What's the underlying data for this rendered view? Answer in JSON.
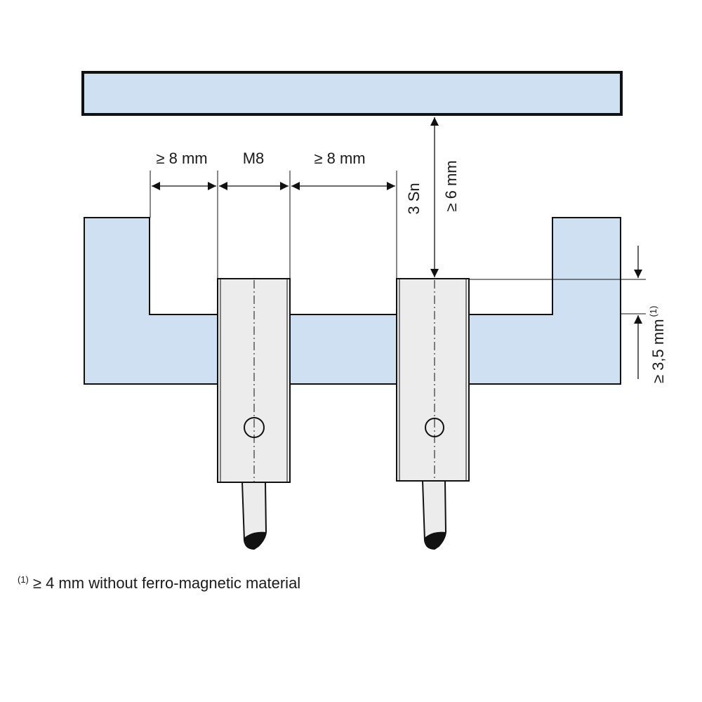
{
  "labels": {
    "gap_left": "≥ 8 mm",
    "thread": "M8",
    "gap_right": "≥ 8 mm",
    "sensing_3sn": "3 Sn",
    "distance_6mm": "≥ 6 mm",
    "recess": "≥ 3,5 mm",
    "recess_note_ref": "(1)"
  },
  "footnote": {
    "ref": "(1)",
    "text": "≥ 4 mm without ferro-magnetic material"
  },
  "colors": {
    "plate_fill": "#cfe0f2",
    "sensor_fill": "#ececec",
    "outline": "#111111"
  }
}
